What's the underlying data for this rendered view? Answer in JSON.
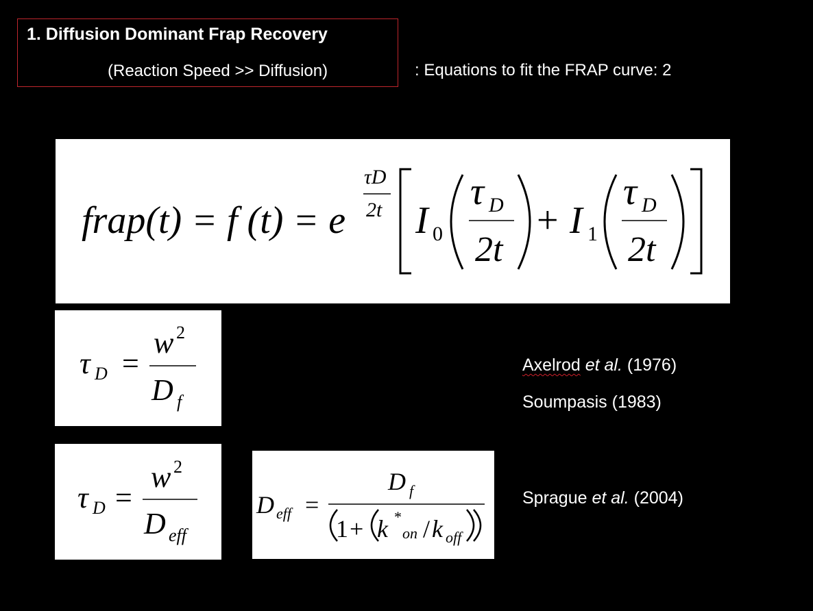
{
  "header": {
    "title": "1. Diffusion Dominant Frap Recovery",
    "subtitle": "(Reaction Speed >> Diffusion)",
    "note": ": Equations to fit the FRAP curve: 2"
  },
  "equations": {
    "main": {
      "lhs": "frap(t) = f (t) = e",
      "exp_num": "τD",
      "exp_den": "2t",
      "i0": "I",
      "i0_sub": "0",
      "i1": "I",
      "i1_sub": "1",
      "tau": "τ",
      "tau_sub": "D",
      "frac_den": "2t",
      "plus": "+"
    },
    "tau_df": {
      "tau": "τ",
      "tau_sub": "D",
      "eq": "=",
      "num": "w",
      "num_sup": "2",
      "den": "D",
      "den_sub": "f"
    },
    "tau_deff": {
      "tau": "τ",
      "tau_sub": "D",
      "eq": "=",
      "num": "w",
      "num_sup": "2",
      "den": "D",
      "den_sub": "eff"
    },
    "deff": {
      "lhs": "D",
      "lhs_sub": "eff",
      "eq": "=",
      "num": "D",
      "num_sub": "f",
      "one": "1",
      "plus": "+",
      "k": "k",
      "k_sup": "*",
      "k_sub": "on",
      "slash": "/",
      "k2": "k",
      "k2_sub": "off"
    }
  },
  "references": {
    "axelrod": {
      "author": "Axelrod",
      "etal": "et al.",
      "year": "(1976)"
    },
    "soumpasis": {
      "text": "Soumpasis (1983)"
    },
    "sprague": {
      "author": "Sprague",
      "etal": "et al.",
      "year": "(2004)"
    }
  },
  "colors": {
    "background": "#000000",
    "frame": "#c0262d",
    "panel": "#ffffff",
    "text": "#ffffff"
  }
}
